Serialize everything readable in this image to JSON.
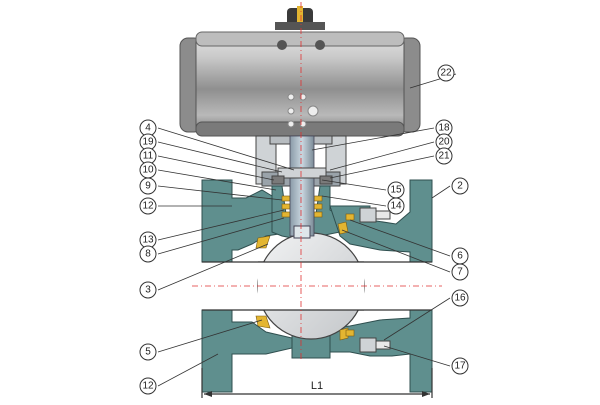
{
  "callouts": {
    "c1": "22",
    "c2": "4",
    "c3": "18",
    "c4": "19",
    "c5": "20",
    "c6": "11",
    "c7": "21",
    "c8": "10",
    "c9": "15",
    "c10": "9",
    "c11": "2",
    "c12": "14",
    "c13": "12",
    "c14": "13",
    "c15": "8",
    "c16": "6",
    "c17": "7",
    "c18": "3",
    "c19": "16",
    "c20": "5",
    "c21": "17",
    "c22": "12"
  },
  "dimension": {
    "label": "L1"
  },
  "colors": {
    "actuator_body": "#9a9a9a",
    "valve_body": "#5f8f8e",
    "seat_packing": "#e3b531",
    "ball": "#d9dbdd",
    "centerline": "#e03030"
  }
}
